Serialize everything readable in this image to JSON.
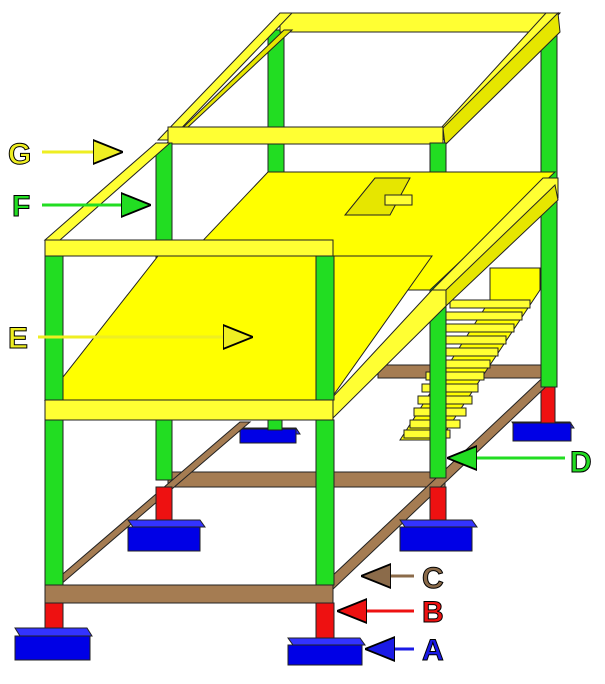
{
  "labels": {
    "A": "A",
    "B": "B",
    "C": "C",
    "D": "D",
    "E": "E",
    "F": "F",
    "G": "G"
  },
  "colors": {
    "footing": "#0000E6",
    "footing_dark": "#00009A",
    "pedestal": "#EE1111",
    "pedestal_dark": "#A00000",
    "plinth_beam": "#A57C52",
    "plinth_dark": "#7A5A38",
    "column": "#22DD22",
    "column_dark": "#119911",
    "slab": "#FFFF00",
    "slab_side": "#E6E600",
    "beam": "#FFFF33",
    "outline": "#222222",
    "label_A": "#1A1AE6",
    "label_B": "#EE1111",
    "label_C": "#8B6B4A",
    "label_D": "#22DD22",
    "label_E": "#EEEE22",
    "label_F": "#22DD22",
    "label_G": "#EEEE22"
  }
}
